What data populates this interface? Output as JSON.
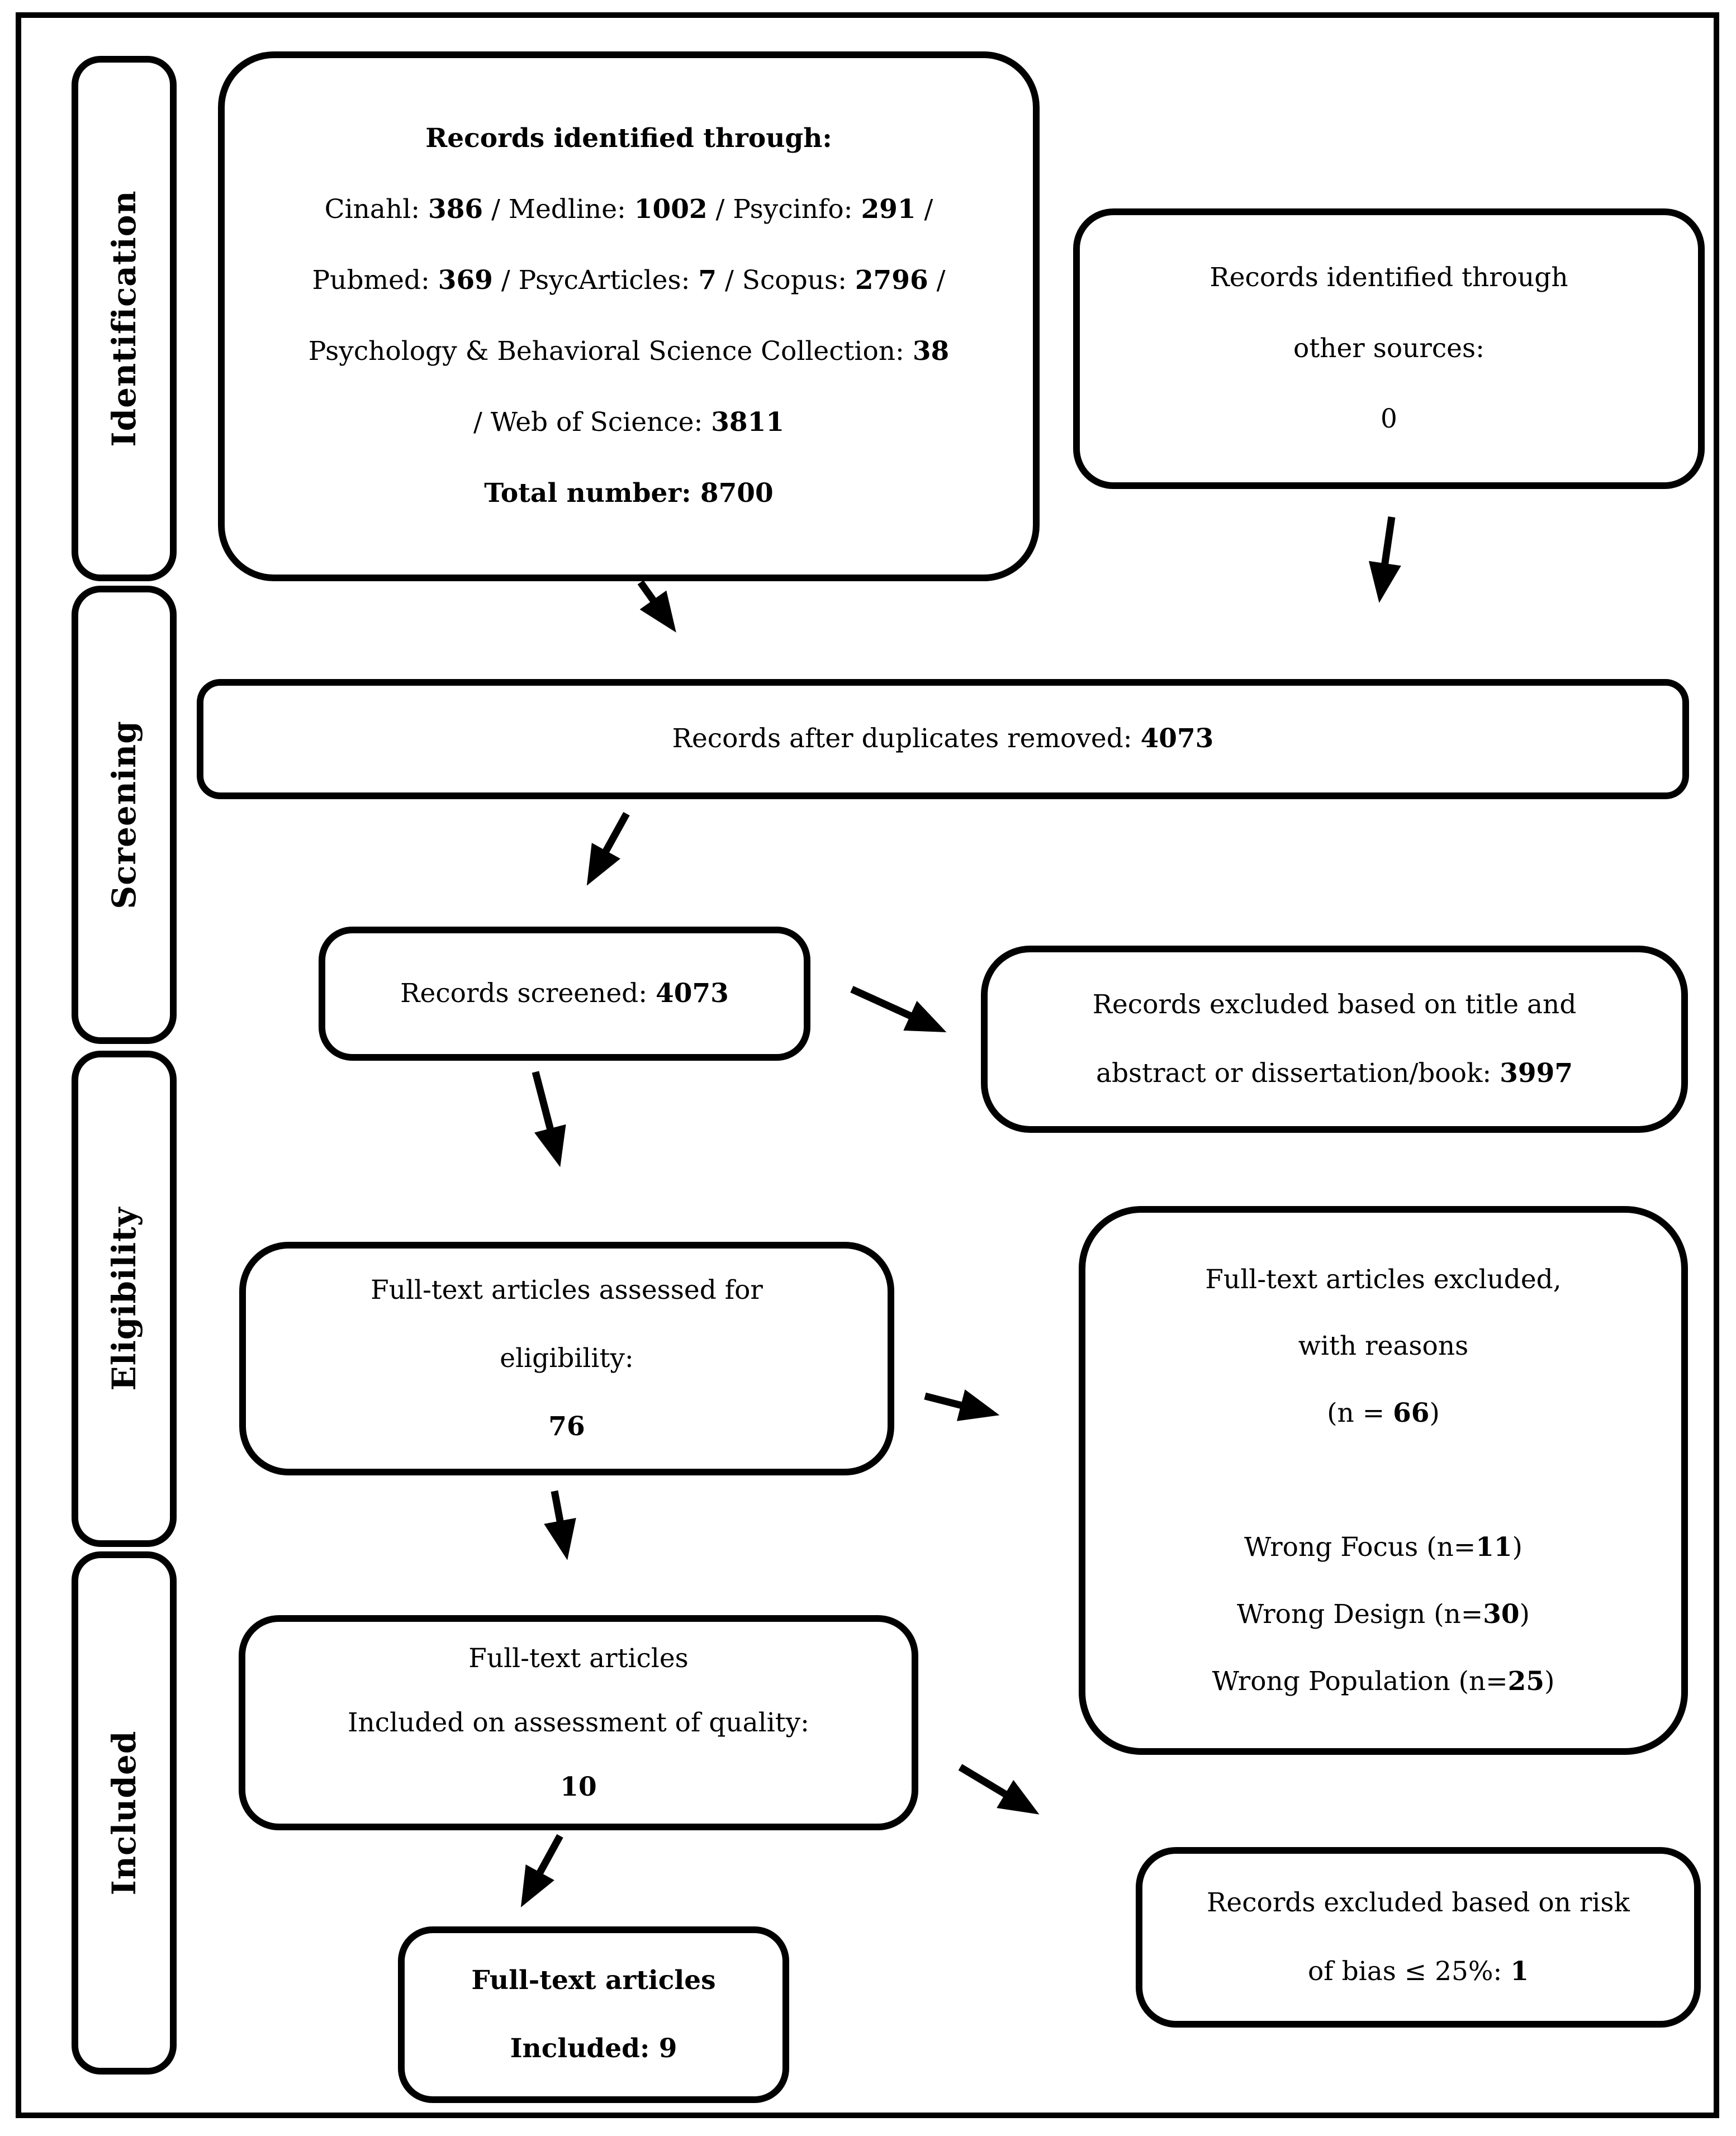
{
  "diagram": {
    "type": "prisma-flow-diagram",
    "colors": {
      "ink": "#000000",
      "paper": "#ffffff"
    },
    "sidebar": {
      "labels": [
        "Identification",
        "Screening",
        "Eligibility",
        "Included"
      ]
    },
    "boxes": {
      "records_identified": {
        "lines": [
          [
            {
              "t": "Records identified through:",
              "b": 1
            }
          ],
          [
            {
              "t": "Cinahl: ",
              "b": 0
            },
            {
              "t": "386",
              "b": 1
            },
            {
              "t": " / Medline: ",
              "b": 0
            },
            {
              "t": "1002",
              "b": 1
            },
            {
              "t": " / Psycinfo: ",
              "b": 0
            },
            {
              "t": "291",
              "b": 1
            },
            {
              "t": " /",
              "b": 0
            }
          ],
          [
            {
              "t": "Pubmed: ",
              "b": 0
            },
            {
              "t": "369",
              "b": 1
            },
            {
              "t": " / PsycArticles: ",
              "b": 0
            },
            {
              "t": "7",
              "b": 1
            },
            {
              "t": " / Scopus: ",
              "b": 0
            },
            {
              "t": "2796",
              "b": 1
            },
            {
              "t": " /",
              "b": 0
            }
          ],
          [
            {
              "t": "Psychology & Behavioral Science Collection: ",
              "b": 0
            },
            {
              "t": "38",
              "b": 1
            }
          ],
          [
            {
              "t": "/ Web of Science: ",
              "b": 0
            },
            {
              "t": "3811",
              "b": 1
            }
          ],
          [
            {
              "t": "Total number: 8700",
              "b": 1
            }
          ]
        ]
      },
      "other_sources": {
        "lines": [
          [
            {
              "t": "Records identified through",
              "b": 0
            }
          ],
          [
            {
              "t": "other sources:",
              "b": 0
            }
          ],
          [
            {
              "t": "0",
              "b": 0
            }
          ]
        ]
      },
      "duplicates_removed": {
        "lines": [
          [
            {
              "t": "Records after duplicates removed: ",
              "b": 0
            },
            {
              "t": "4073",
              "b": 1
            }
          ]
        ]
      },
      "records_screened": {
        "lines": [
          [
            {
              "t": "Records screened: ",
              "b": 0
            },
            {
              "t": "4073",
              "b": 1
            }
          ]
        ]
      },
      "excluded_title_abstract": {
        "lines": [
          [
            {
              "t": "Records excluded based on title and",
              "b": 0
            }
          ],
          [
            {
              "t": "abstract or dissertation/book: ",
              "b": 0
            },
            {
              "t": "3997",
              "b": 1
            }
          ]
        ]
      },
      "fulltext_assessed": {
        "lines": [
          [
            {
              "t": "Full-text articles assessed for",
              "b": 0
            }
          ],
          [
            {
              "t": "eligibility:",
              "b": 0
            }
          ],
          [
            {
              "t": "76",
              "b": 1
            }
          ]
        ]
      },
      "fulltext_excluded": {
        "lines": [
          [
            {
              "t": "Full-text articles excluded,",
              "b": 0
            }
          ],
          [
            {
              "t": "with reasons",
              "b": 0
            }
          ],
          [
            {
              "t": "(n = ",
              "b": 0
            },
            {
              "t": "66",
              "b": 1
            },
            {
              "t": ")",
              "b": 0
            }
          ],
          [],
          [
            {
              "t": "Wrong Focus (n=",
              "b": 0
            },
            {
              "t": "11",
              "b": 1
            },
            {
              "t": ")",
              "b": 0
            }
          ],
          [
            {
              "t": "Wrong Design (n=",
              "b": 0
            },
            {
              "t": "30",
              "b": 1
            },
            {
              "t": ")",
              "b": 0
            }
          ],
          [
            {
              "t": "Wrong Population (n=",
              "b": 0
            },
            {
              "t": "25",
              "b": 1
            },
            {
              "t": ")",
              "b": 0
            }
          ]
        ]
      },
      "included_on_quality": {
        "lines": [
          [
            {
              "t": "Full-text articles",
              "b": 0
            }
          ],
          [
            {
              "t": "Included on assessment of quality:",
              "b": 0
            }
          ],
          [
            {
              "t": "10",
              "b": 1
            }
          ]
        ]
      },
      "fulltext_included": {
        "lines": [
          [
            {
              "t": "Full-text articles",
              "b": 1
            }
          ],
          [
            {
              "t": "Included: ",
              "b": 1
            },
            {
              "t": "9",
              "b": 1
            }
          ]
        ]
      },
      "excluded_risk_bias": {
        "lines": [
          [
            {
              "t": "Records excluded based on risk",
              "b": 0
            }
          ],
          [
            {
              "t": "of bias ≤ 25%: ",
              "b": 0
            },
            {
              "t": "1",
              "b": 1
            }
          ]
        ]
      }
    }
  }
}
